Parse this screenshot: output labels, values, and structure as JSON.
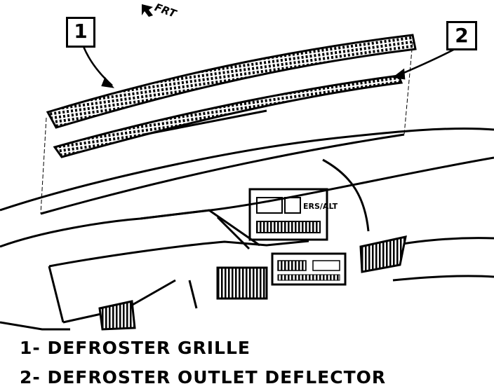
{
  "direction_label": "FRT",
  "callouts": [
    {
      "number": "1"
    },
    {
      "number": "2"
    }
  ],
  "legend": [
    {
      "text": "1- DEFROSTER GRILLE"
    },
    {
      "text": "2- DEFROSTER OUTLET DEFLECTOR"
    }
  ],
  "radio_display": "ERS/ALT",
  "colors": {
    "ink": "#000000",
    "paper": "#ffffff"
  },
  "icons": [
    "direction-arrow-icon"
  ]
}
